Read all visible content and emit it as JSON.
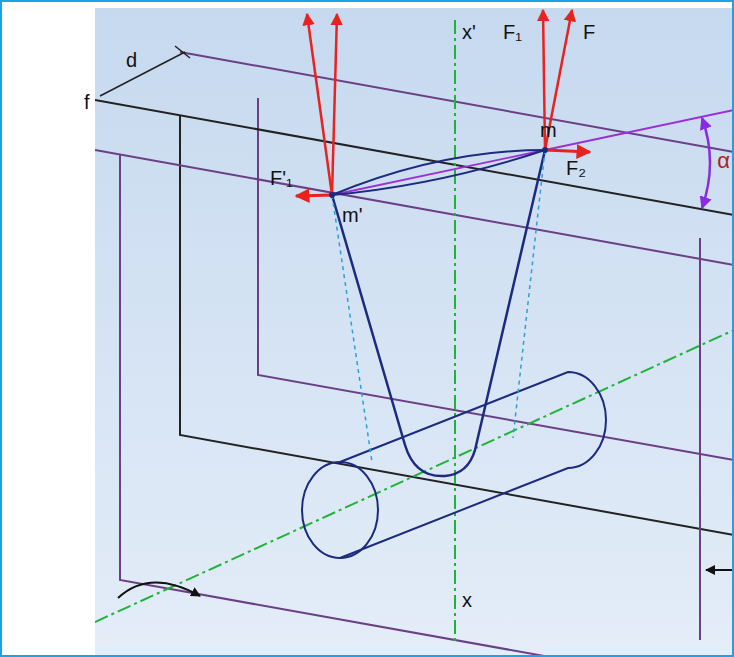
{
  "diagram": {
    "labels": [
      "d",
      "f",
      "F₁",
      "F",
      "x'",
      "m",
      "F'₁",
      "m'",
      "F₂",
      "α",
      "x"
    ]
  }
}
